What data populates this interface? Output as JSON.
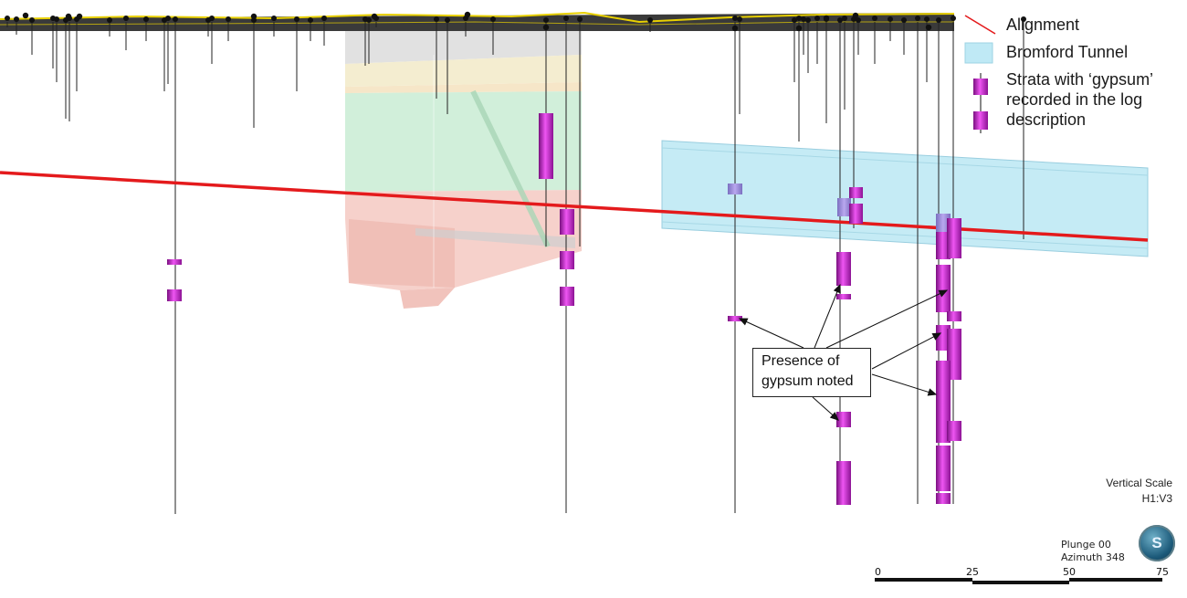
{
  "legend": {
    "alignment": "Alignment",
    "tunnel": "Bromford Tunnel",
    "strata_line1": "Strata with ‘gypsum’",
    "strata_line2": "recorded in the log",
    "strata_line3": "description"
  },
  "callout": {
    "line1": "Presence of",
    "line2": "gypsum noted"
  },
  "vertical_scale": {
    "title": "Vertical Scale",
    "ratio": "H1:V3"
  },
  "orientation": {
    "plunge": "Plunge 00",
    "azimuth": "Azimuth 348"
  },
  "badge": "S",
  "scale_bar": {
    "labels": [
      "0",
      "25",
      "50",
      "75"
    ]
  },
  "colors": {
    "alignment": "#e41a1c",
    "tunnel": "#bfe9f5",
    "gypsum": "#cc22d6",
    "ground": "#3a3a3a",
    "contour": "#e8d000"
  }
}
